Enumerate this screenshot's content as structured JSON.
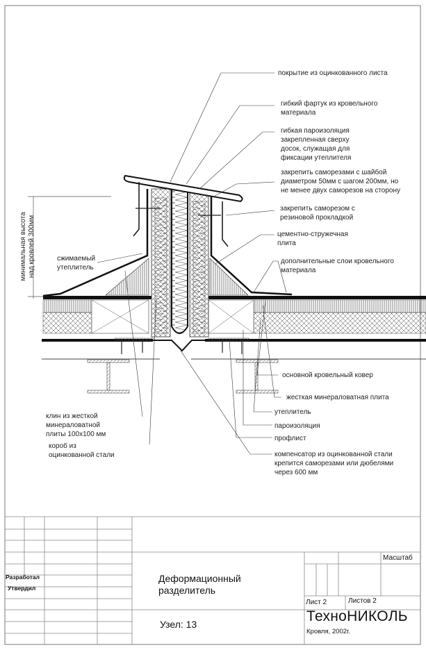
{
  "drawing": {
    "callouts_right": [
      "покрытие из оцинкованного листа",
      "гибкий фартук из кровельного\nматериала",
      "гибкая пароизоляция\nзакрепленная сверху\nдосок, служащая для\nфиксации утеплителя",
      "закрепить саморезами с шайбой\nдиаметром 50мм с шагом 200мм, но\nне менее двух саморезов на сторону",
      "закрепить саморезом с\nрезиновой прокладкой",
      "цементно-стружечная\nплита",
      "дополнительные слои кровельного\nматериала"
    ],
    "callouts_bottom_right": [
      "основной кровельный ковер",
      "жесткая минераловатная плита",
      "утеплитель",
      "пароизоляция",
      "профлист",
      "компенсатор из оцинкованной стали\nкрепится саморезами или дюбелями\nчерез 600 мм"
    ],
    "callouts_left": [
      "сжимаемый\nутеплитель",
      "клин из жесткой\nминераловатной\nплиты 100х100 мм",
      "короб из\nоцинкованной стали"
    ],
    "dimension_label": "минимальная высота\nнад кровлей 300мм"
  },
  "title_block": {
    "developed_label": "Разработал",
    "approved_label": "Утвердил",
    "title": "Деформационный\nразделитель",
    "node": "Узел: 13",
    "scale_label": "Масштаб",
    "sheet": "Лист 2",
    "sheets": "Листов 2",
    "company": "ТехноНИКОЛЬ",
    "subtitle": "Кровля, 2002г."
  }
}
